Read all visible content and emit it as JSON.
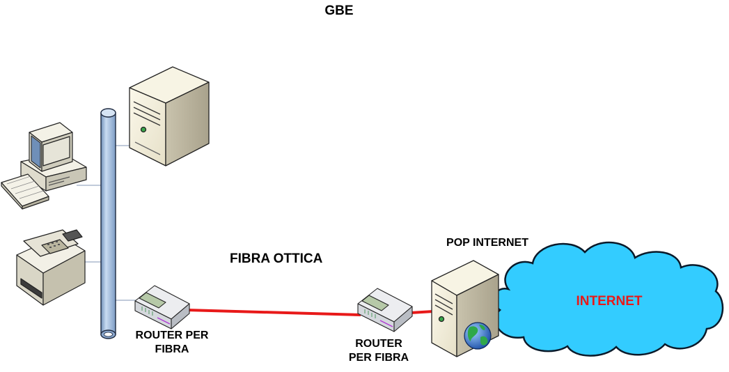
{
  "diagram": {
    "title": "GBE",
    "link_label": "FIBRA OTTICA",
    "pop_label": "POP INTERNET",
    "cloud_label": "INTERNET",
    "router_left": {
      "line1": "ROUTER PER",
      "line2": "FIBRA"
    },
    "router_right": {
      "line1": "ROUTER",
      "line2": "PER FIBRA"
    },
    "nodes": [
      "workstation-icon",
      "printer-icon",
      "server-icon",
      "router-icon",
      "router-icon",
      "pop-server-icon",
      "globe-icon",
      "internet-cloud-icon"
    ],
    "colors": {
      "fiber": "#e81919",
      "cloud_fill": "#33ccff",
      "backbone": "#a9c3e1",
      "cloud_text": "#e81919"
    }
  }
}
